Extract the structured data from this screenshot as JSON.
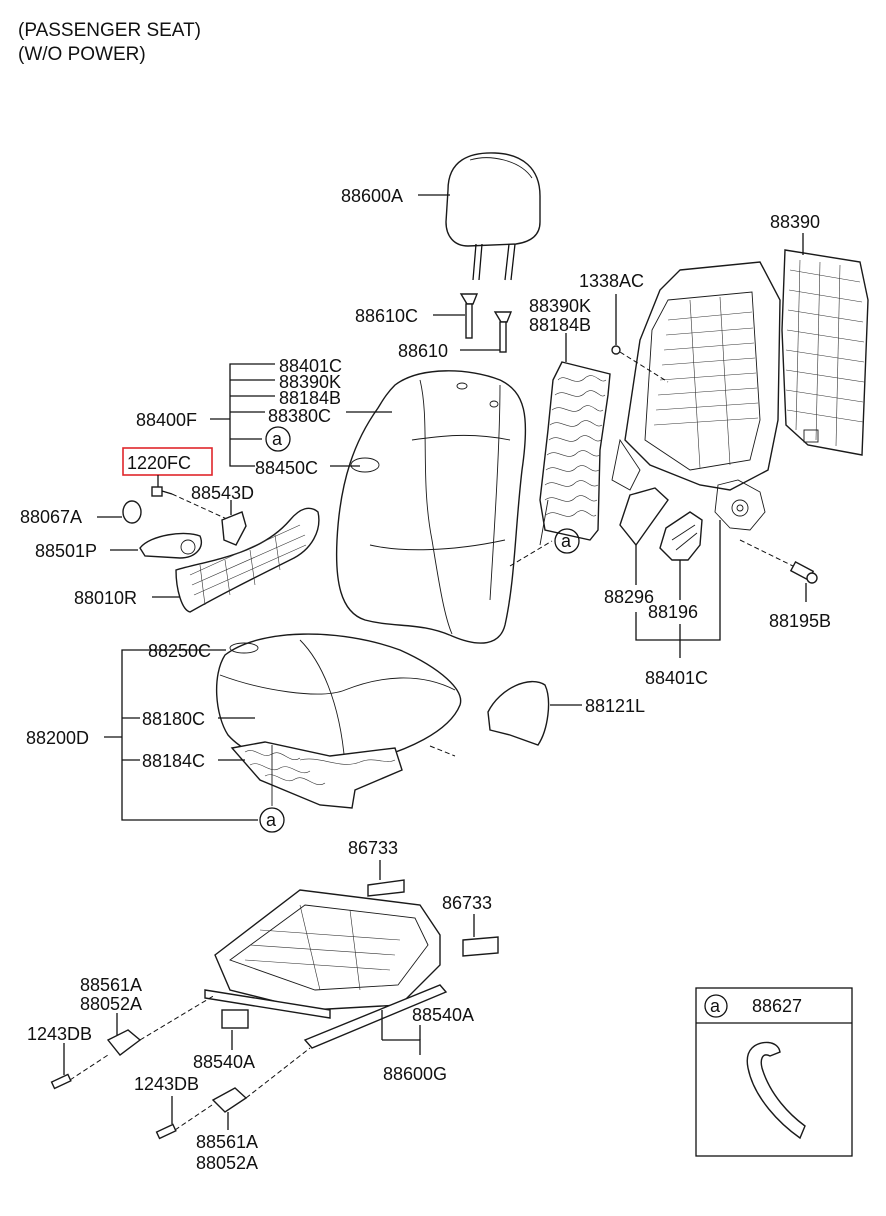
{
  "header": {
    "line1": "(PASSENGER SEAT)",
    "line2": "(W/O POWER)"
  },
  "highlight_color": "#e0262b",
  "labels": {
    "p88600A": "88600A",
    "p88390": "88390",
    "p1338AC": "1338AC",
    "p88610C": "88610C",
    "p88390K_top": "88390K",
    "p88184B_top": "88184B",
    "p88610": "88610",
    "p88401C_a": "88401C",
    "p88390K_b": "88390K",
    "p88184B_b": "88184B",
    "p88400F": "88400F",
    "p88380C": "88380C",
    "p88450C": "88450C",
    "p1220FC": "1220FC",
    "p88543D": "88543D",
    "p88067A": "88067A",
    "p88501P": "88501P",
    "p88010R": "88010R",
    "p88296": "88296",
    "p88196": "88196",
    "p88195B": "88195B",
    "p88401C_b": "88401C",
    "p88250C": "88250C",
    "p88121L": "88121L",
    "p88200D": "88200D",
    "p88180C": "88180C",
    "p88184C": "88184C",
    "p86733_a": "86733",
    "p86733_b": "86733",
    "p88561A_a": "88561A",
    "p88052A_a": "88052A",
    "p1243DB_a": "1243DB",
    "p88540A_a": "88540A",
    "p88540A_b": "88540A",
    "p88600G": "88600G",
    "p1243DB_b": "1243DB",
    "p88561A_b": "88561A",
    "p88052A_b": "88052A",
    "circle_a": "a"
  },
  "legend_box": {
    "key": "a",
    "part": "88627"
  }
}
